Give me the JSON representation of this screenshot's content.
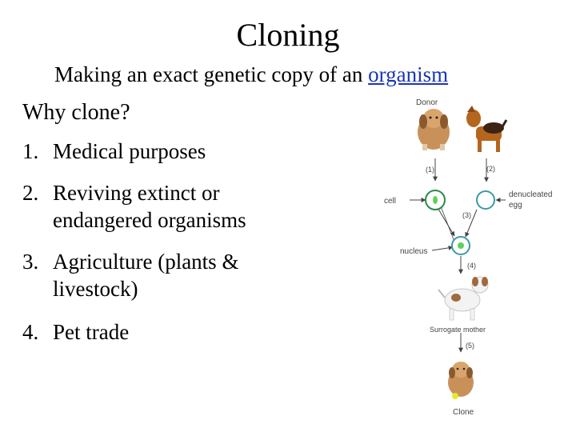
{
  "slide": {
    "title": "Cloning",
    "subtitle_prefix": "Making an exact genetic copy of an",
    "subtitle_link": "organism",
    "question": "Why clone?",
    "items": [
      {
        "num": "1.",
        "line1": "Medical purposes",
        "line2": ""
      },
      {
        "num": "2.",
        "line1": "Reviving extinct or",
        "line2": "endangered organisms"
      },
      {
        "num": "3.",
        "line1": "Agriculture (plants &",
        "line2": "livestock)"
      },
      {
        "num": "4.",
        "line1": "Pet trade",
        "line2": ""
      }
    ]
  },
  "diagram": {
    "donor": "Donor",
    "step1": "(1)",
    "step2": "(2)",
    "step3": "(3)",
    "step4": "(4)",
    "step5": "(5)",
    "cell": "cell",
    "denucleated_1": "denucleated",
    "denucleated_2": "egg",
    "nucleus": "nucleus",
    "surrogate": "Surrogate mother",
    "clone": "Clone"
  },
  "colors": {
    "link": "#1a36b8",
    "cell_ring": "#2a8a4a",
    "egg_ring": "#3a9aa6",
    "nucleus_fill": "#5fd05a",
    "dog_tan": "#c8915a",
    "dog_brown": "#b5651d",
    "dog_dark": "#3b2414"
  }
}
